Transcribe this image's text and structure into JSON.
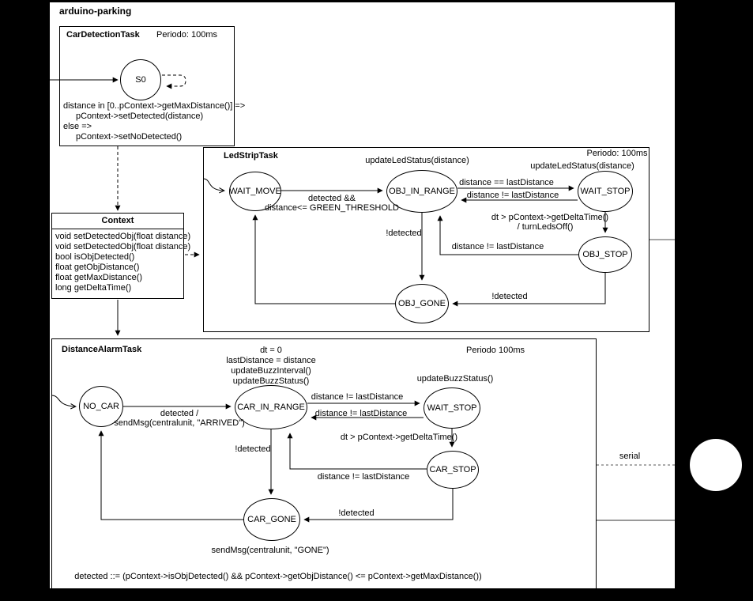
{
  "frame": {
    "title": "arduino-parking",
    "serial_label": "serial"
  },
  "car_detection": {
    "title": "CarDetectionTask",
    "period": "Periodo: 100ms",
    "initial_state": "S0",
    "body": [
      "distance in [0..pContext->getMaxDistance()] =>",
      "pContext->setDetected(distance)",
      "else =>",
      "pContext->setNoDetected()"
    ]
  },
  "context": {
    "title": "Context",
    "methods": [
      "void setDetectedObj(float distance)",
      "void setDetectedObj(float distance)",
      "bool isObjDetected()",
      "float getObjDistance()",
      "float getMaxDistance()",
      "long getDeltaTime()"
    ]
  },
  "led_strip": {
    "title": "LedStripTask",
    "period": "Periodo: 100ms",
    "states": {
      "wait_move": "WAIT_MOVE",
      "obj_in_range": "OBJ_IN_RANGE",
      "wait_stop": "WAIT_STOP",
      "obj_stop": "OBJ_STOP",
      "obj_gone": "OBJ_GONE"
    },
    "labels": {
      "update_led_status_in_range": "updateLedStatus(distance)",
      "update_led_status_wait_stop": "updateLedStatus(distance)",
      "move_to_range_1": "detected &&",
      "move_to_range_2": "distance<= GREEN_THRESHOLD",
      "range_to_waitstop": "distance == lastDistance",
      "waitstop_to_range": "distance != lastDistance",
      "waitstop_to_objstop_1": "dt > pContext->getDeltaTime()",
      "waitstop_to_objstop_2": "/ turnLedsOff()",
      "objstop_to_range": "distance != lastDistance",
      "range_to_gone": "!detected",
      "objstop_to_gone": "!detected"
    }
  },
  "distance_alarm": {
    "title": "DistanceAlarmTask",
    "period": "Periodo 100ms",
    "states": {
      "no_car": "NO_CAR",
      "car_in_range": "CAR_IN_RANGE",
      "wait_stop": "WAIT_STOP",
      "car_stop": "CAR_STOP",
      "car_gone": "CAR_GONE"
    },
    "entry_actions": [
      "dt = 0",
      "lastDistance = distance",
      "updateBuzzInterval()",
      "updateBuzzStatus()"
    ],
    "labels": {
      "update_buzz_status": "updateBuzzStatus()",
      "nocar_to_range_1": "detected /",
      "nocar_to_range_2": "sendMsg(centralunit, \"ARRIVED\")",
      "range_to_waitstop": "distance != lastDistance",
      "waitstop_to_range": "distance != lastDistance",
      "waitstop_to_carstop": "dt > pContext->getDeltaTime()",
      "carstop_to_range": "distance != lastDistance",
      "range_to_gone": "!detected",
      "carstop_to_gone": "!detected",
      "gone_action": "sendMsg(centralunit, \"GONE\")",
      "detected_definition": "detected ::= (pContext->isObjDetected() &&  pContext->getObjDistance() <= pContext->getMaxDistance())"
    }
  }
}
